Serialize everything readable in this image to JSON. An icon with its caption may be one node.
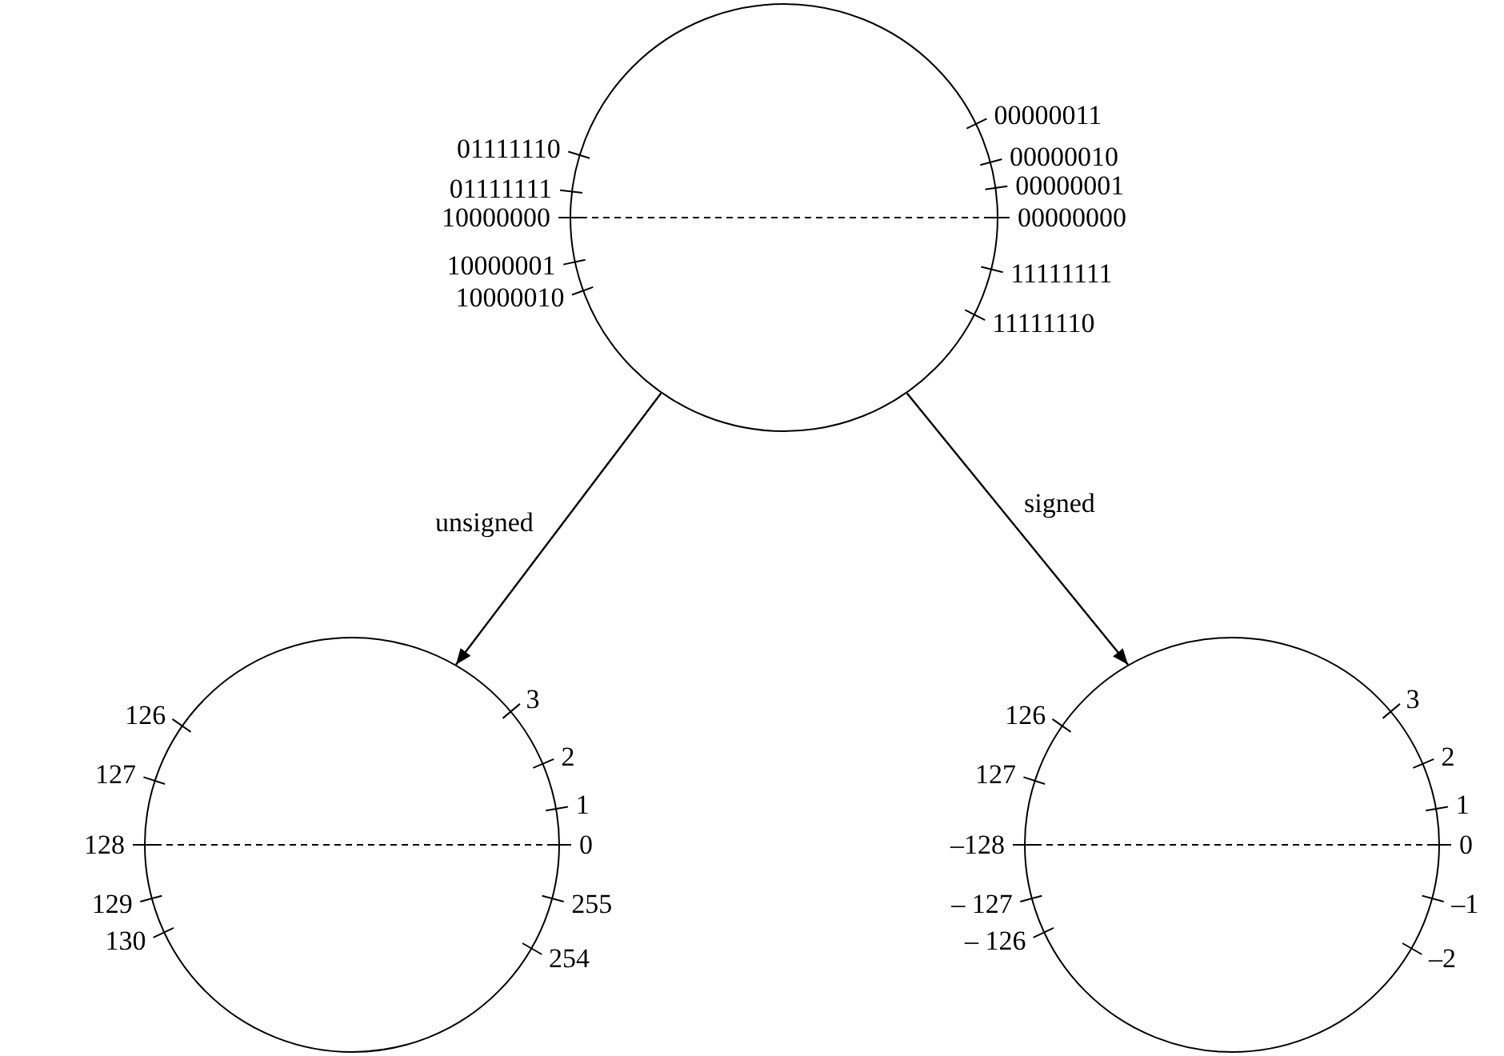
{
  "diagram": {
    "nodes": [
      {
        "text": [],
        "shape": "circle",
        "beside": [
          "01111110",
          "01111111",
          "10000000",
          "10000001",
          "10000010",
          "00000011",
          "00000010",
          "00000001",
          "00000000",
          "11111111",
          "11111110"
        ]
      },
      {
        "text": [],
        "shape": "circle",
        "beside": [
          "126",
          "127",
          "128",
          "129",
          "130",
          "3",
          "2",
          "1",
          "0",
          "255",
          "254"
        ]
      },
      {
        "text": [],
        "shape": "circle",
        "beside": [
          "126",
          "127",
          "–128",
          "– 127",
          "– 126",
          "3",
          "2",
          "1",
          "0",
          "–1",
          "–2"
        ]
      }
    ],
    "edges": [
      {
        "from": 0,
        "to": 1,
        "arrow": "to",
        "label": "unsigned"
      },
      {
        "from": 0,
        "to": 2,
        "arrow": "to",
        "label": "signed"
      }
    ]
  }
}
